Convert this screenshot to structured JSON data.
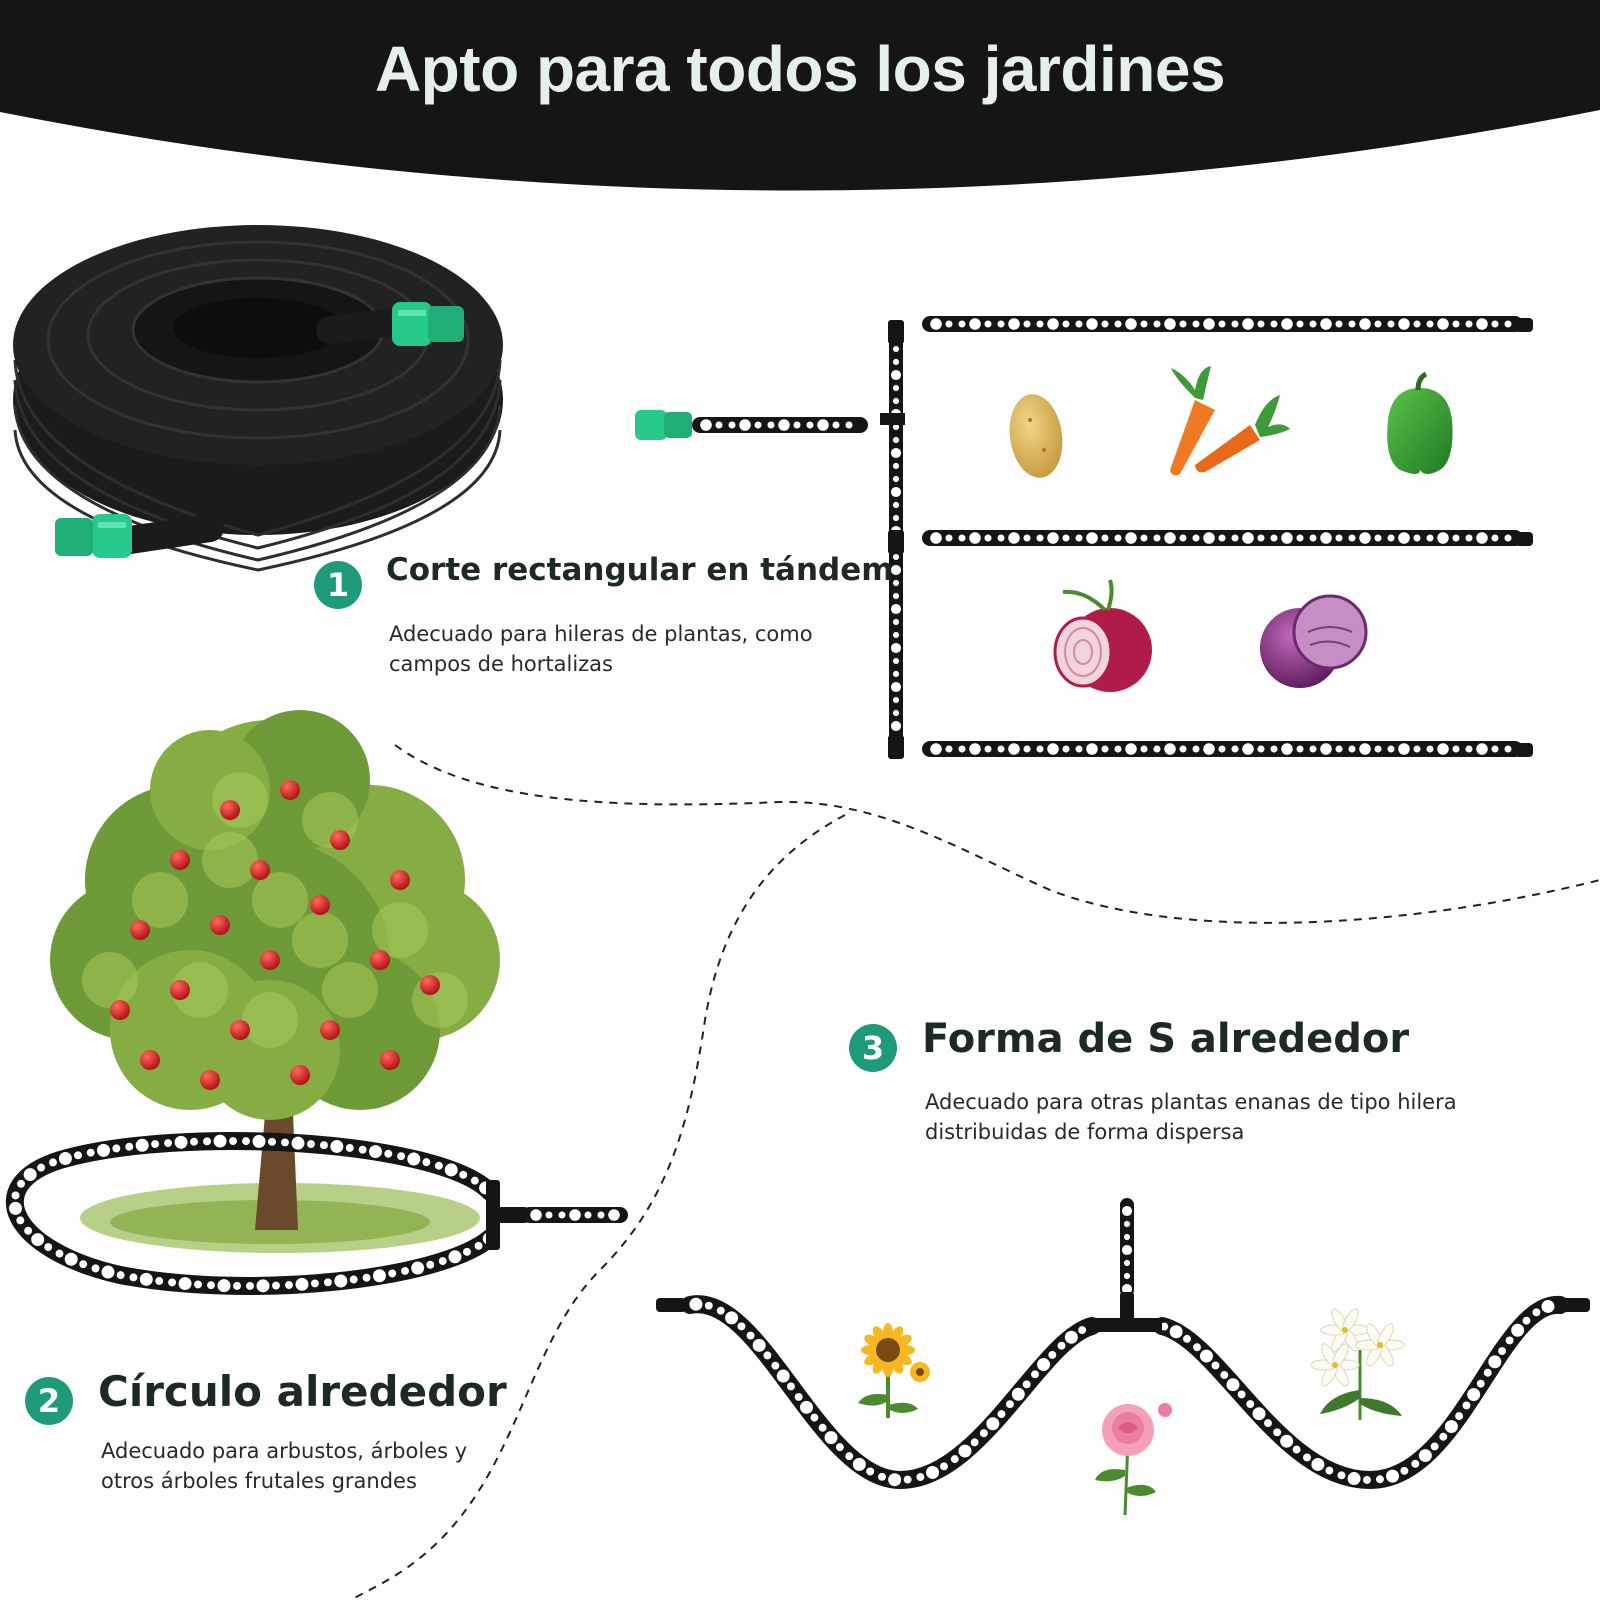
{
  "header": {
    "title": "Apto para todos los jardines"
  },
  "colors": {
    "header_bg": "#151515",
    "badge": "#1f9a7a",
    "connector": "#27c98a",
    "hose": "#151515"
  },
  "sections": [
    {
      "number": "1",
      "title": "Corte rectangular en tándem",
      "description": "Adecuado para hileras de plantas, como campos de hortalizas"
    },
    {
      "number": "2",
      "title": "Círculo alrededor",
      "description": "Adecuado para arbustos, árboles y otros árboles frutales grandes"
    },
    {
      "number": "3",
      "title": "Forma de S alrededor",
      "description": "Adecuado para otras plantas enanas de tipo hilera distribuidas de forma dispersa"
    }
  ],
  "illustrations": {
    "hose_coil": "soaker-hose-coil-image",
    "vegetables": [
      "potato-icon",
      "carrot-icon",
      "pepper-icon",
      "onion-icon",
      "cabbage-icon"
    ],
    "tree": "apple-tree-image",
    "flowers": [
      "sunflower-icon",
      "rose-icon",
      "lily-icon"
    ]
  }
}
